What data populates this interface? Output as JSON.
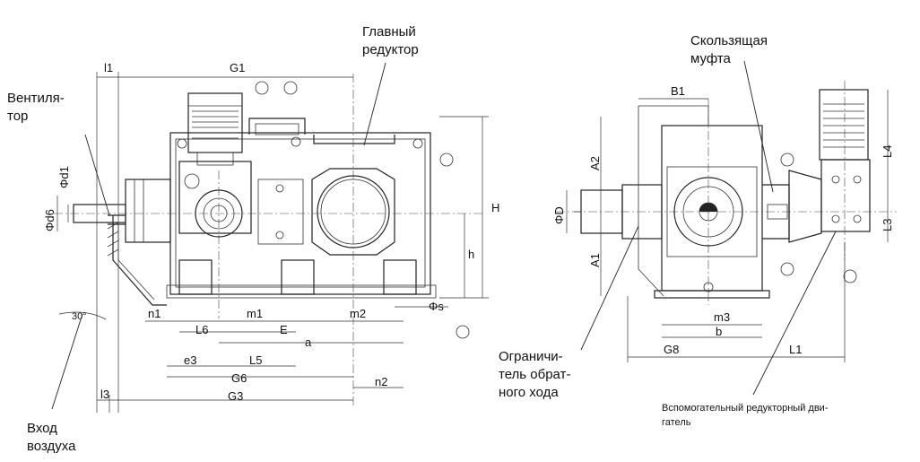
{
  "callouts": {
    "main_reducer_line1": "Главный",
    "main_reducer_line2": "редуктор",
    "fan_line1": "Вентиля-",
    "fan_line2": "тор",
    "air_inlet_line1": "Вход",
    "air_inlet_line2": "воздуха",
    "sliding_coupling_line1": "Скользящая",
    "sliding_coupling_line2": "муфта",
    "backstop_line1": "Ограничи-",
    "backstop_line2": "тель обрат-",
    "backstop_line3": "ного хода",
    "aux_motor_line1": "Вспомогательный редукторный дви-",
    "aux_motor_line2": "гатель"
  },
  "dimensions": {
    "l1": "l1",
    "G1": "G1",
    "d1": "Φd1",
    "d6": "Φd6",
    "H": "H",
    "h": "h",
    "s": "Φs",
    "n1": "n1",
    "m1": "m1",
    "m2": "m2",
    "L6": "L6",
    "E": "E",
    "a": "a",
    "e3": "e3",
    "L5": "L5",
    "G6": "G6",
    "n2": "n2",
    "l3": "l3",
    "G3": "G3",
    "angle": "30°",
    "B1": "B1",
    "A2": "A2",
    "D": "ΦD",
    "A1": "A1",
    "L4": "L4",
    "L3": "L3",
    "m3": "m3",
    "b": "b",
    "G8": "G8",
    "L1": "L1"
  }
}
